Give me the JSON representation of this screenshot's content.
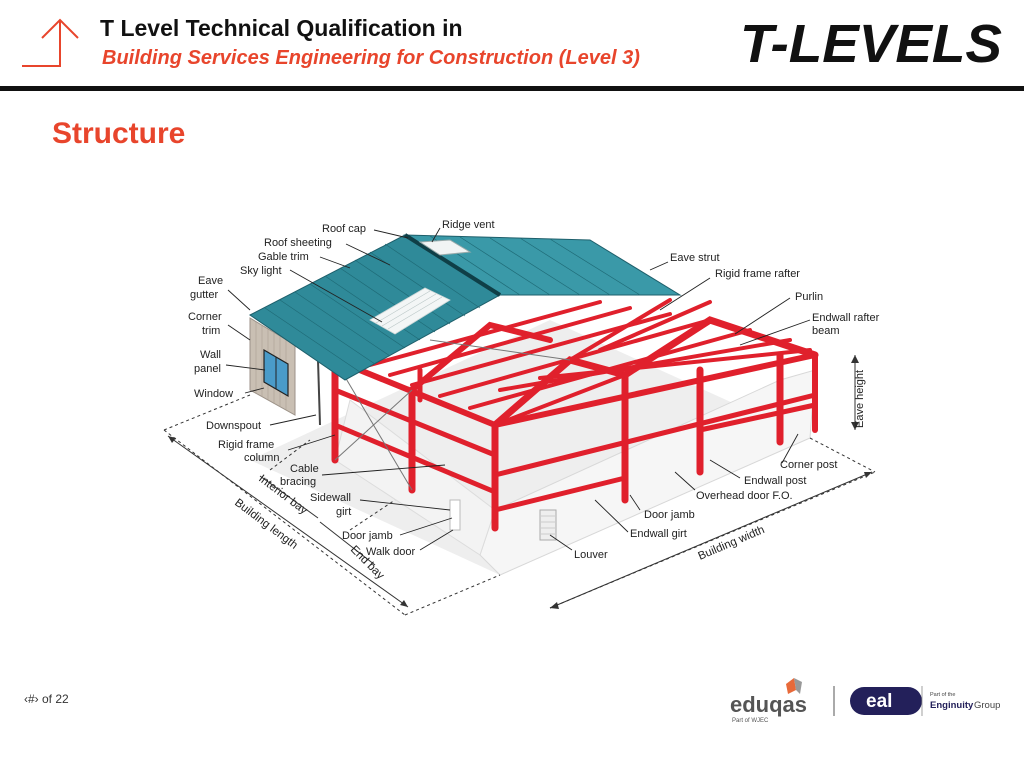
{
  "header": {
    "title": "T Level Technical Qualification in",
    "subtitle": "Building Services Engineering for Construction (Level 3)",
    "brand": "T-LEVELS"
  },
  "slide": {
    "title": "Structure"
  },
  "diagram": {
    "labels": {
      "roof_cap": "Roof cap",
      "ridge_vent": "Ridge vent",
      "roof_sheeting": "Roof sheeting",
      "gable_trim": "Gable trim",
      "sky_light": "Sky light",
      "eave_gutter_1": "Eave",
      "eave_gutter_2": "gutter",
      "corner_trim_1": "Corner",
      "corner_trim_2": "trim",
      "wall_panel_1": "Wall",
      "wall_panel_2": "panel",
      "window": "Window",
      "downspout": "Downspout",
      "rigid_frame_column_1": "Rigid frame",
      "rigid_frame_column_2": "column",
      "cable_bracing_1": "Cable",
      "cable_bracing_2": "bracing",
      "sidewall_girt_1": "Sidewall",
      "sidewall_girt_2": "girt",
      "door_jamb_left": "Door jamb",
      "walk_door": "Walk door",
      "louver": "Louver",
      "eave_strut": "Eave strut",
      "rigid_frame_rafter": "Rigid frame rafter",
      "purlin": "Purlin",
      "endwall_rafter_beam_1": "Endwall rafter",
      "endwall_rafter_beam_2": "beam",
      "eave_height": "Eave height",
      "corner_post": "Corner post",
      "endwall_post": "Endwall post",
      "overhead_door": "Overhead door F.O.",
      "door_jamb_right": "Door jamb",
      "endwall_girt": "Endwall girt",
      "interior_bay": "Interior bay",
      "building_length": "Building length",
      "end_bay": "End bay",
      "building_width": "Building width"
    }
  },
  "footer": {
    "page_number": "‹#› of 22",
    "eduqas_name": "eduqas",
    "eduqas_tagline": "Part of WJEC",
    "eal_name": "eal",
    "enginuity_prefix": "Part of the",
    "enginuity_name": "Enginuity",
    "enginuity_suffix": "Group"
  },
  "colors": {
    "accent": "#e8452c",
    "steel": "#e0202c",
    "roof": "#2f8a99"
  }
}
